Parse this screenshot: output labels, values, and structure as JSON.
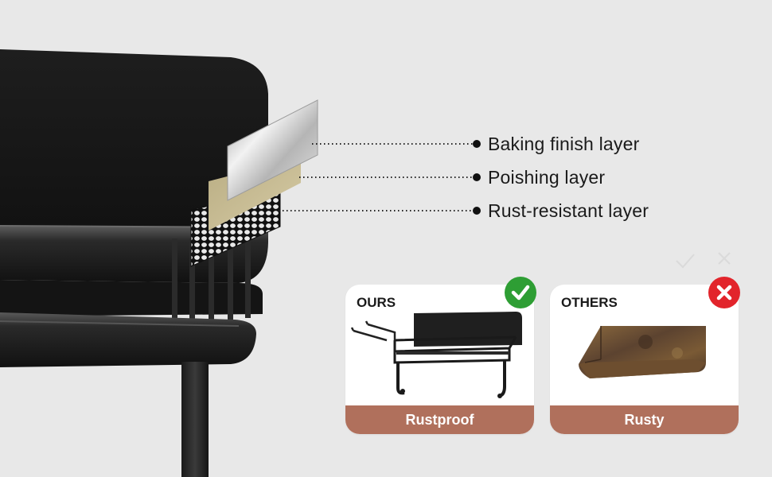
{
  "callouts": [
    {
      "label": "Baking finish layer"
    },
    {
      "label": "Poishing layer"
    },
    {
      "label": "Rust-resistant layer"
    }
  ],
  "comparison": {
    "ours": {
      "title": "OURS",
      "footer": "Rustproof",
      "status_icon": "checkmark-icon",
      "status_color": "#2e9e34"
    },
    "others": {
      "title": "OTHERS",
      "footer": "Rusty",
      "status_icon": "x-mark-icon",
      "status_color": "#e2242b"
    }
  },
  "colors": {
    "background": "#e8e8e8",
    "shelf": "#1c1c1c",
    "footer": "#b0705c",
    "polish_layer": "#c9bd94",
    "metal_layer": "#c8c8c8"
  }
}
